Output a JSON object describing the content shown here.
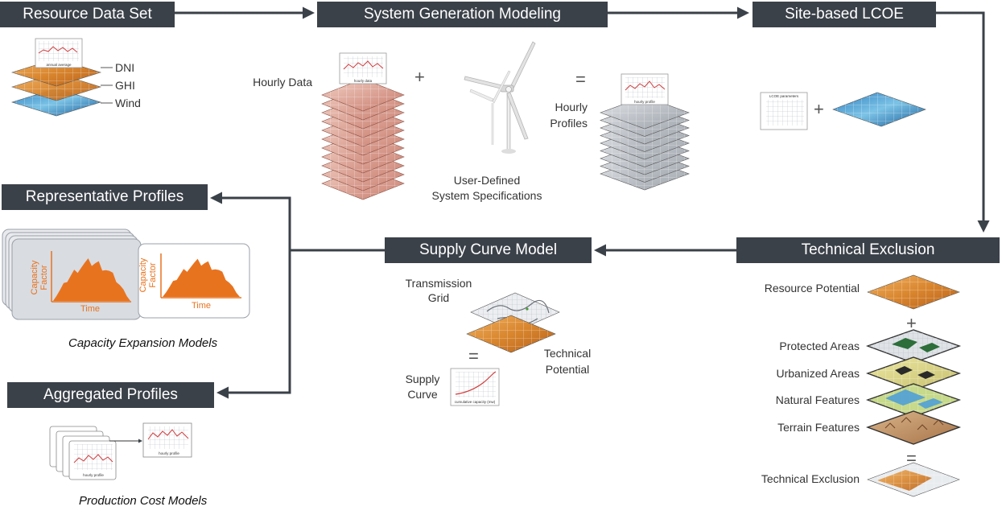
{
  "headers": {
    "resource_data_set": "Resource Data Set",
    "system_generation_modeling": "System Generation Modeling",
    "site_based_lcoe": "Site-based LCOE",
    "representative_profiles": "Representative Profiles",
    "supply_curve_model": "Supply Curve Model",
    "technical_exclusion": "Technical Exclusion",
    "aggregated_profiles": "Aggregated Profiles"
  },
  "resource": {
    "layers": [
      "DNI",
      "GHI",
      "Wind"
    ],
    "chart_caption": "annual average"
  },
  "generation": {
    "hourly_data": "Hourly Data",
    "spec_line1": "User-Defined",
    "spec_line2": "System Specifications",
    "profiles_line1": "Hourly",
    "profiles_line2": "Profiles",
    "chart_caption": "hourly data",
    "profile_caption": "hourly profile"
  },
  "lcoe": {
    "param_caption": "LCOE parameters"
  },
  "representative": {
    "y_label_1": "Capacity",
    "y_label_2": "Factor",
    "x_label": "Time",
    "caption": "Capacity Expansion Models"
  },
  "supply": {
    "transmission_1": "Transmission",
    "transmission_2": "Grid",
    "technical_1": "Technical",
    "technical_2": "Potential",
    "supply_1": "Supply",
    "supply_2": "Curve",
    "curve_caption": "cumulative capacity (mw)"
  },
  "exclusion": {
    "layers": [
      "Resource Potential",
      "Protected Areas",
      "Urbanized Areas",
      "Natural Features",
      "Terrain Features",
      "Technical Exclusion"
    ]
  },
  "aggregated": {
    "caption": "Production Cost Models",
    "chart_caption": "hourly profile"
  },
  "signs": {
    "plus": "+",
    "equals": "="
  },
  "colors": {
    "header_bg": "#3b4149",
    "arrow": "#3b4149",
    "orange": "#e8731f"
  }
}
